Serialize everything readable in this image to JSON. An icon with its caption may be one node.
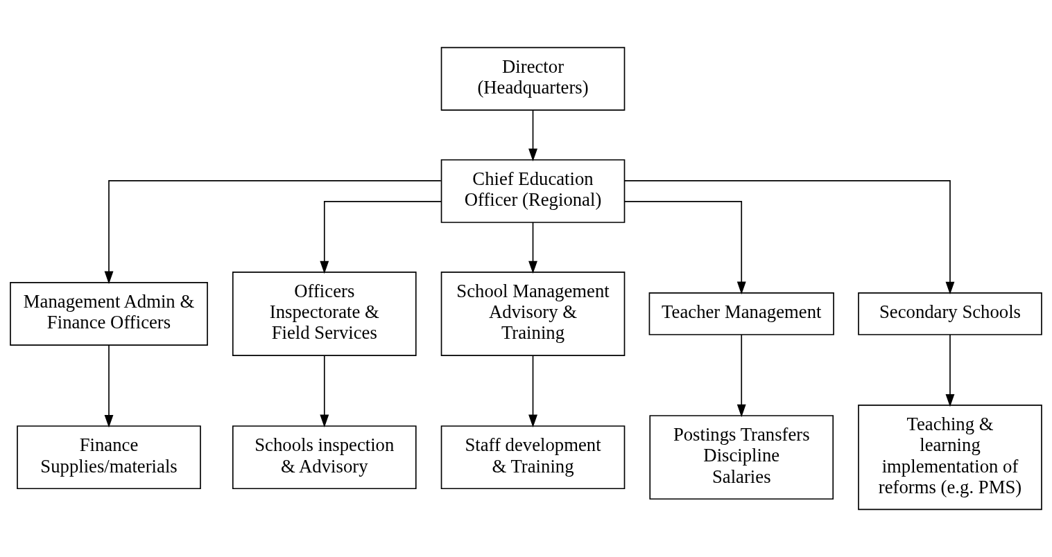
{
  "diagram": {
    "nodes": [
      {
        "text": [
          "Director (Headquarters)"
        ]
      },
      {
        "text": [
          "Chief Education Officer (Regional)"
        ]
      },
      {
        "text": [
          "Management Admin & Finance Officers"
        ]
      },
      {
        "text": [
          "Officers Inspectorate & Field Services"
        ]
      },
      {
        "text": [
          "School Management Advisory & Training"
        ]
      },
      {
        "text": [
          "Teacher Management"
        ]
      },
      {
        "text": [
          "Secondary Schools"
        ]
      },
      {
        "text": [
          "Finance Supplies/materials"
        ]
      },
      {
        "text": [
          "Schools inspection & Advisory"
        ]
      },
      {
        "text": [
          "Staff development & Training"
        ]
      },
      {
        "text": [
          "Postings Transfers Discipline Salaries"
        ]
      },
      {
        "text": [
          "Teaching & learning implementation of reforms (e.g. PMS)"
        ]
      }
    ],
    "edges": [
      {
        "from": 0,
        "to": 1,
        "arrow": "to"
      },
      {
        "from": 1,
        "to": 2,
        "arrow": "to"
      },
      {
        "from": 1,
        "to": 3,
        "arrow": "to"
      },
      {
        "from": 1,
        "to": 4,
        "arrow": "to"
      },
      {
        "from": 1,
        "to": 5,
        "arrow": "to"
      },
      {
        "from": 1,
        "to": 6,
        "arrow": "to"
      },
      {
        "from": 2,
        "to": 7,
        "arrow": "to"
      },
      {
        "from": 3,
        "to": 8,
        "arrow": "to"
      },
      {
        "from": 4,
        "to": 9,
        "arrow": "to"
      },
      {
        "from": 5,
        "to": 10,
        "arrow": "to"
      },
      {
        "from": 6,
        "to": 11,
        "arrow": "to"
      }
    ]
  }
}
